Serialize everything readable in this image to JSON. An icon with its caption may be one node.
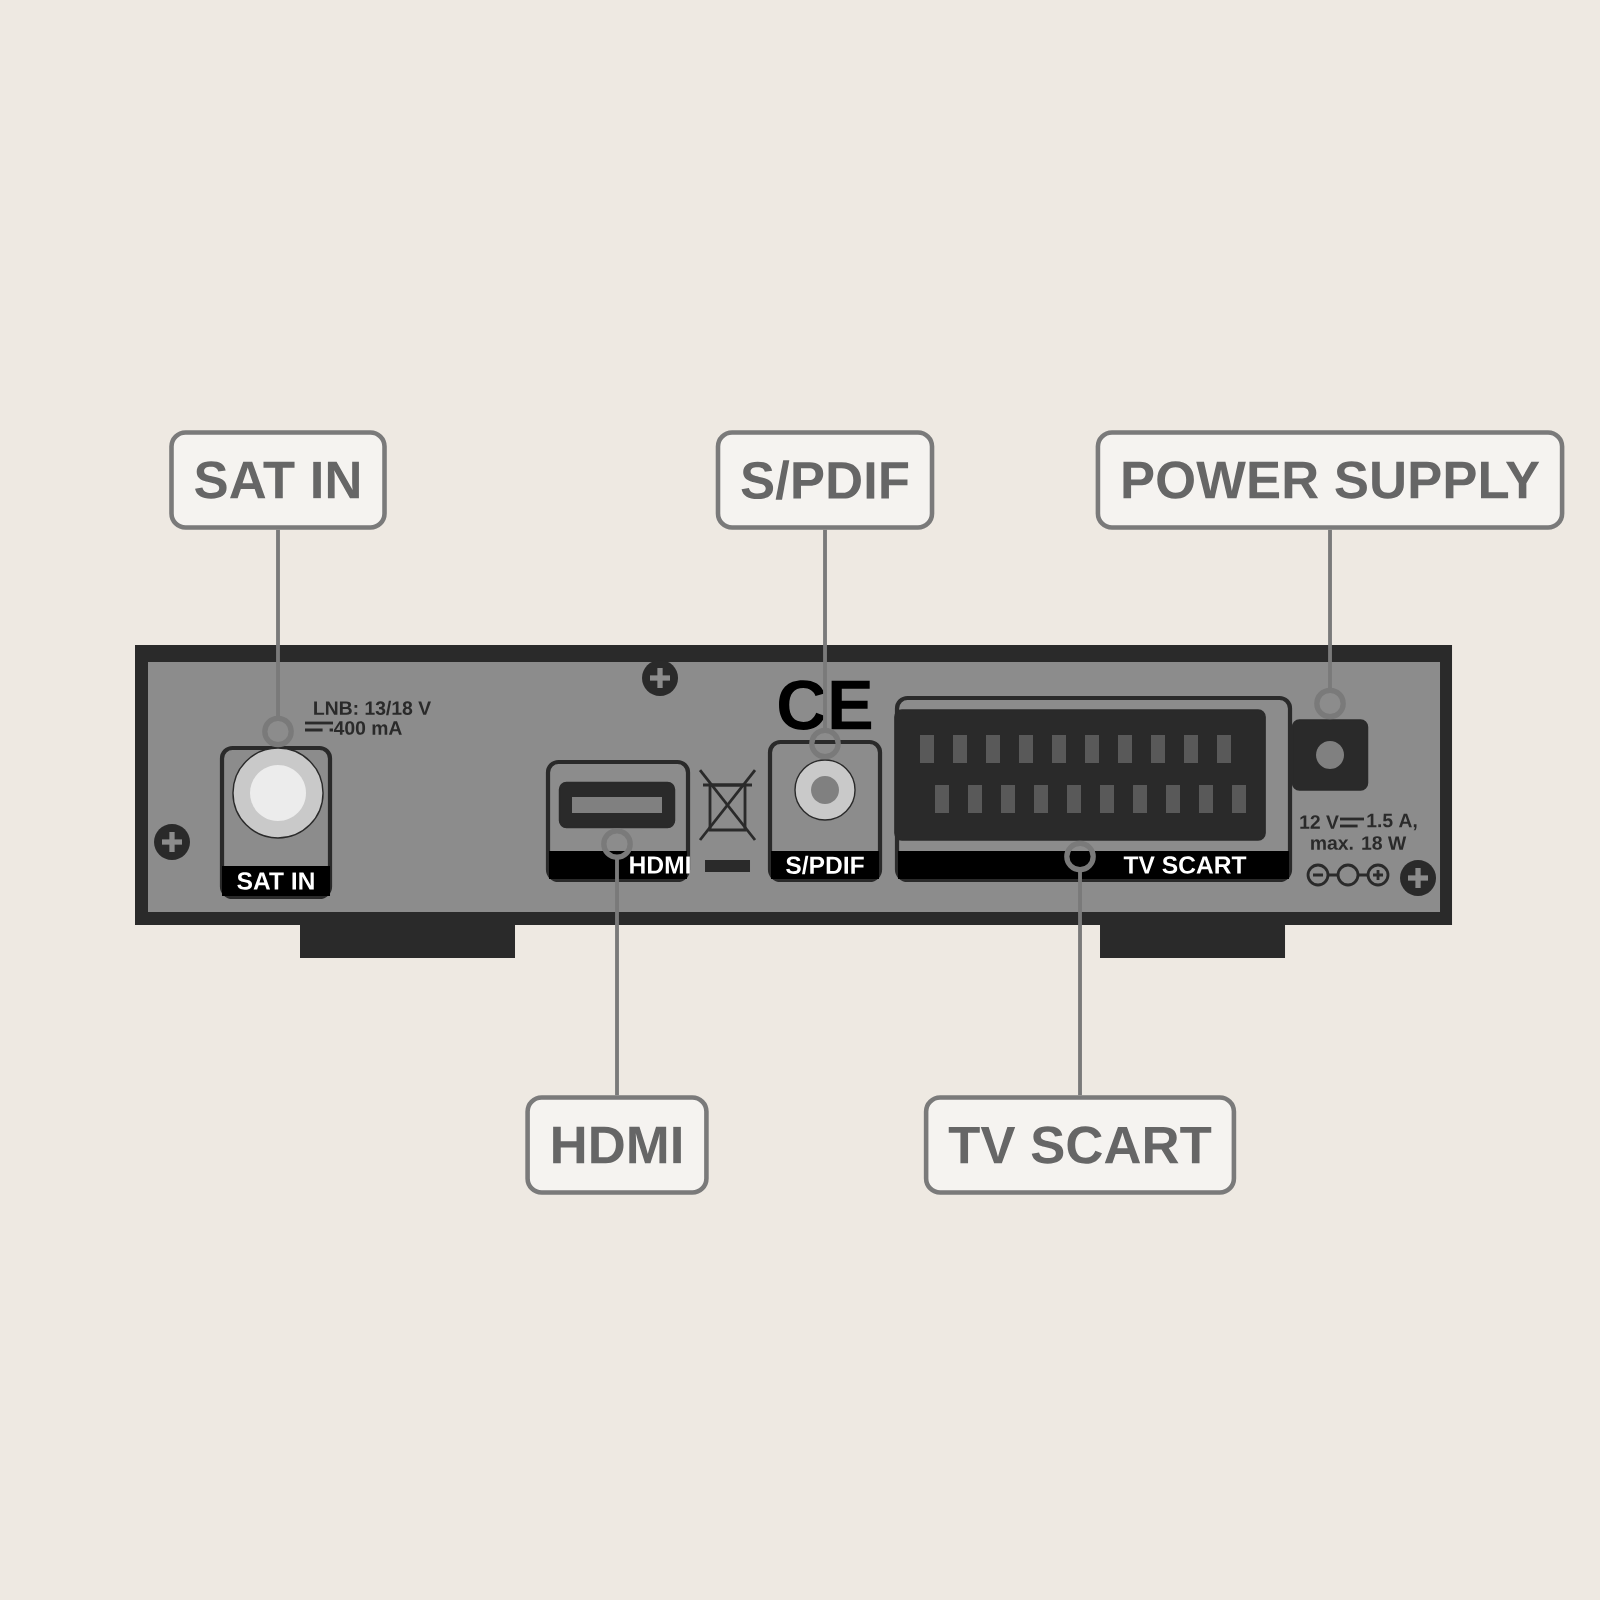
{
  "diagram": {
    "nodes": [
      {
        "text": [
          "SAT IN"
        ]
      },
      {
        "text": [
          "S/PDIF"
        ]
      },
      {
        "text": [
          "POWER SUPPLY"
        ]
      },
      {
        "text": [
          "HDMI"
        ]
      },
      {
        "text": [
          "TV SCART"
        ]
      },
      {
        "text": [],
        "shape": "circle"
      },
      {
        "text": [],
        "shape": "box"
      },
      {
        "text": [],
        "shape": "circle"
      },
      {
        "text": [],
        "shape": "box"
      },
      {
        "text": [],
        "shape": "box"
      }
    ],
    "edges": [
      {
        "from": 0,
        "to": 5,
        "arrow": "other"
      },
      {
        "from": 1,
        "to": 7,
        "arrow": "other"
      },
      {
        "from": 2,
        "to": 9,
        "arrow": "other"
      },
      {
        "from": 3,
        "to": 6,
        "arrow": "other"
      },
      {
        "from": 4,
        "to": 8,
        "arrow": "other"
      }
    ],
    "labels": [
      "LNB: 13/18 V",
      "400 mA",
      "SAT IN",
      "CE",
      "HDMI",
      "S/PDIF",
      "TV SCART",
      "12 V",
      "1.5 A,",
      "max. 18 W"
    ]
  }
}
